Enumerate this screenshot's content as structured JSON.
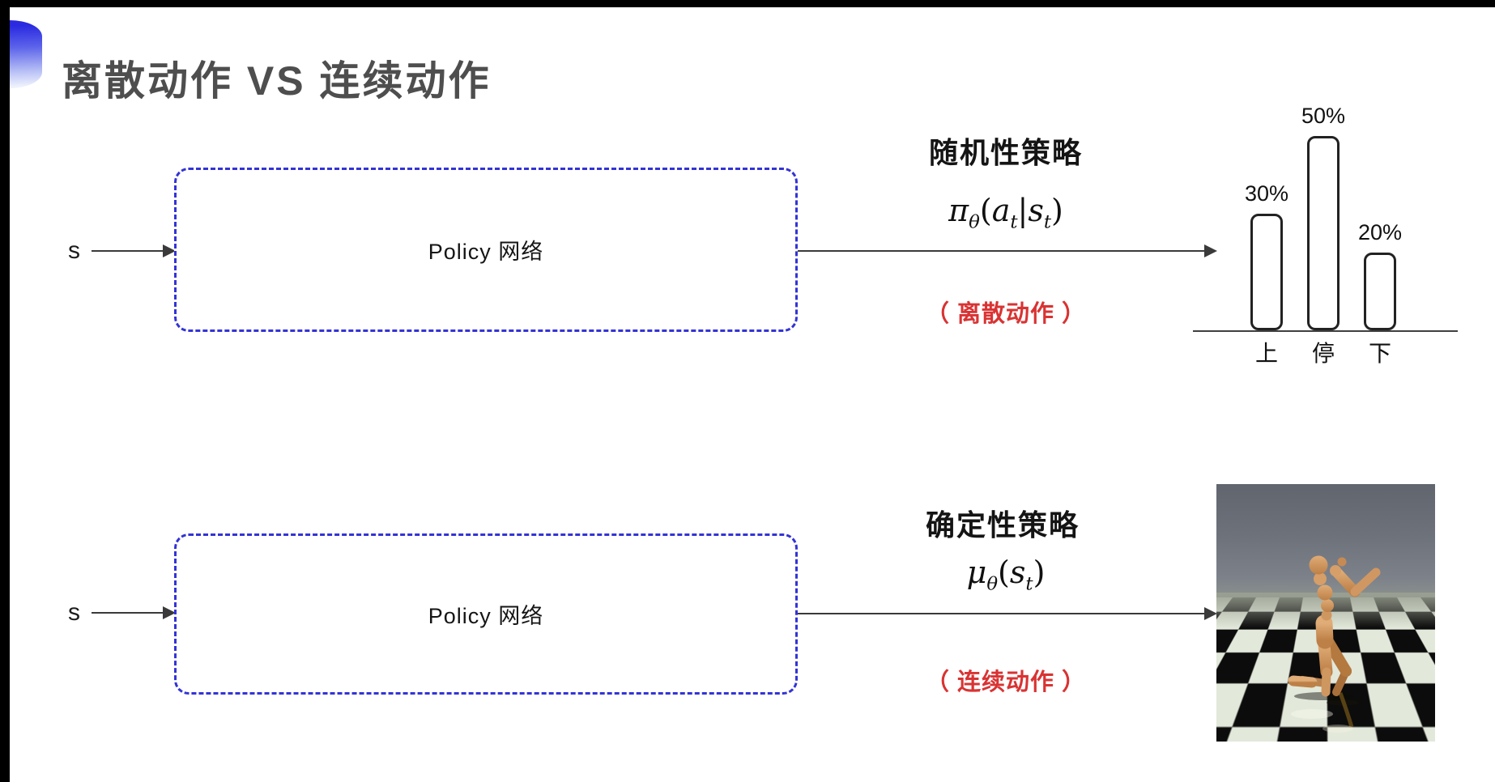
{
  "title": {
    "text": "离散动作 VS 连续动作"
  },
  "colors": {
    "accent_blue": "#3333d6",
    "bullet_blue": "#2a2ae0",
    "title_gray": "#4e4e4e",
    "text_dark": "#1c1c1c",
    "note_red": "#d93333",
    "line_dark": "#3a3a3a"
  },
  "rows": [
    {
      "input_label": "s",
      "box_label": "Policy 网络",
      "policy_type": "随机性策略",
      "formula": {
        "segments": [
          {
            "t": "π",
            "sub": "θ"
          },
          {
            "t": "(",
            "up": true
          },
          {
            "t": "a",
            "sub": "t"
          },
          {
            "t": "|",
            "up": true
          },
          {
            "t": "s",
            "sub": "t"
          },
          {
            "t": ")",
            "up": true
          }
        ]
      },
      "action_note": "（ 离散动作 ）"
    },
    {
      "input_label": "s",
      "box_label": "Policy 网络",
      "policy_type": "确定性策略",
      "formula": {
        "segments": [
          {
            "t": "μ",
            "sub": "θ"
          },
          {
            "t": "(",
            "up": true
          },
          {
            "t": "s",
            "sub": "t"
          },
          {
            "t": ")",
            "up": true
          }
        ]
      },
      "action_note": "（ 连续动作 ）"
    }
  ],
  "chart_data": {
    "type": "bar",
    "title": "",
    "categories": [
      "上",
      "停",
      "下"
    ],
    "values": [
      30,
      50,
      20
    ],
    "value_labels": [
      "30%",
      "50%",
      "20%"
    ],
    "ylabel": "",
    "xlabel": "",
    "ylim": [
      0,
      55
    ],
    "grid": false,
    "legend": false,
    "bar_style": "white fill, dark rounded outline"
  },
  "simulation_image": {
    "label": "humanoid robot running on checkerboard floor"
  }
}
